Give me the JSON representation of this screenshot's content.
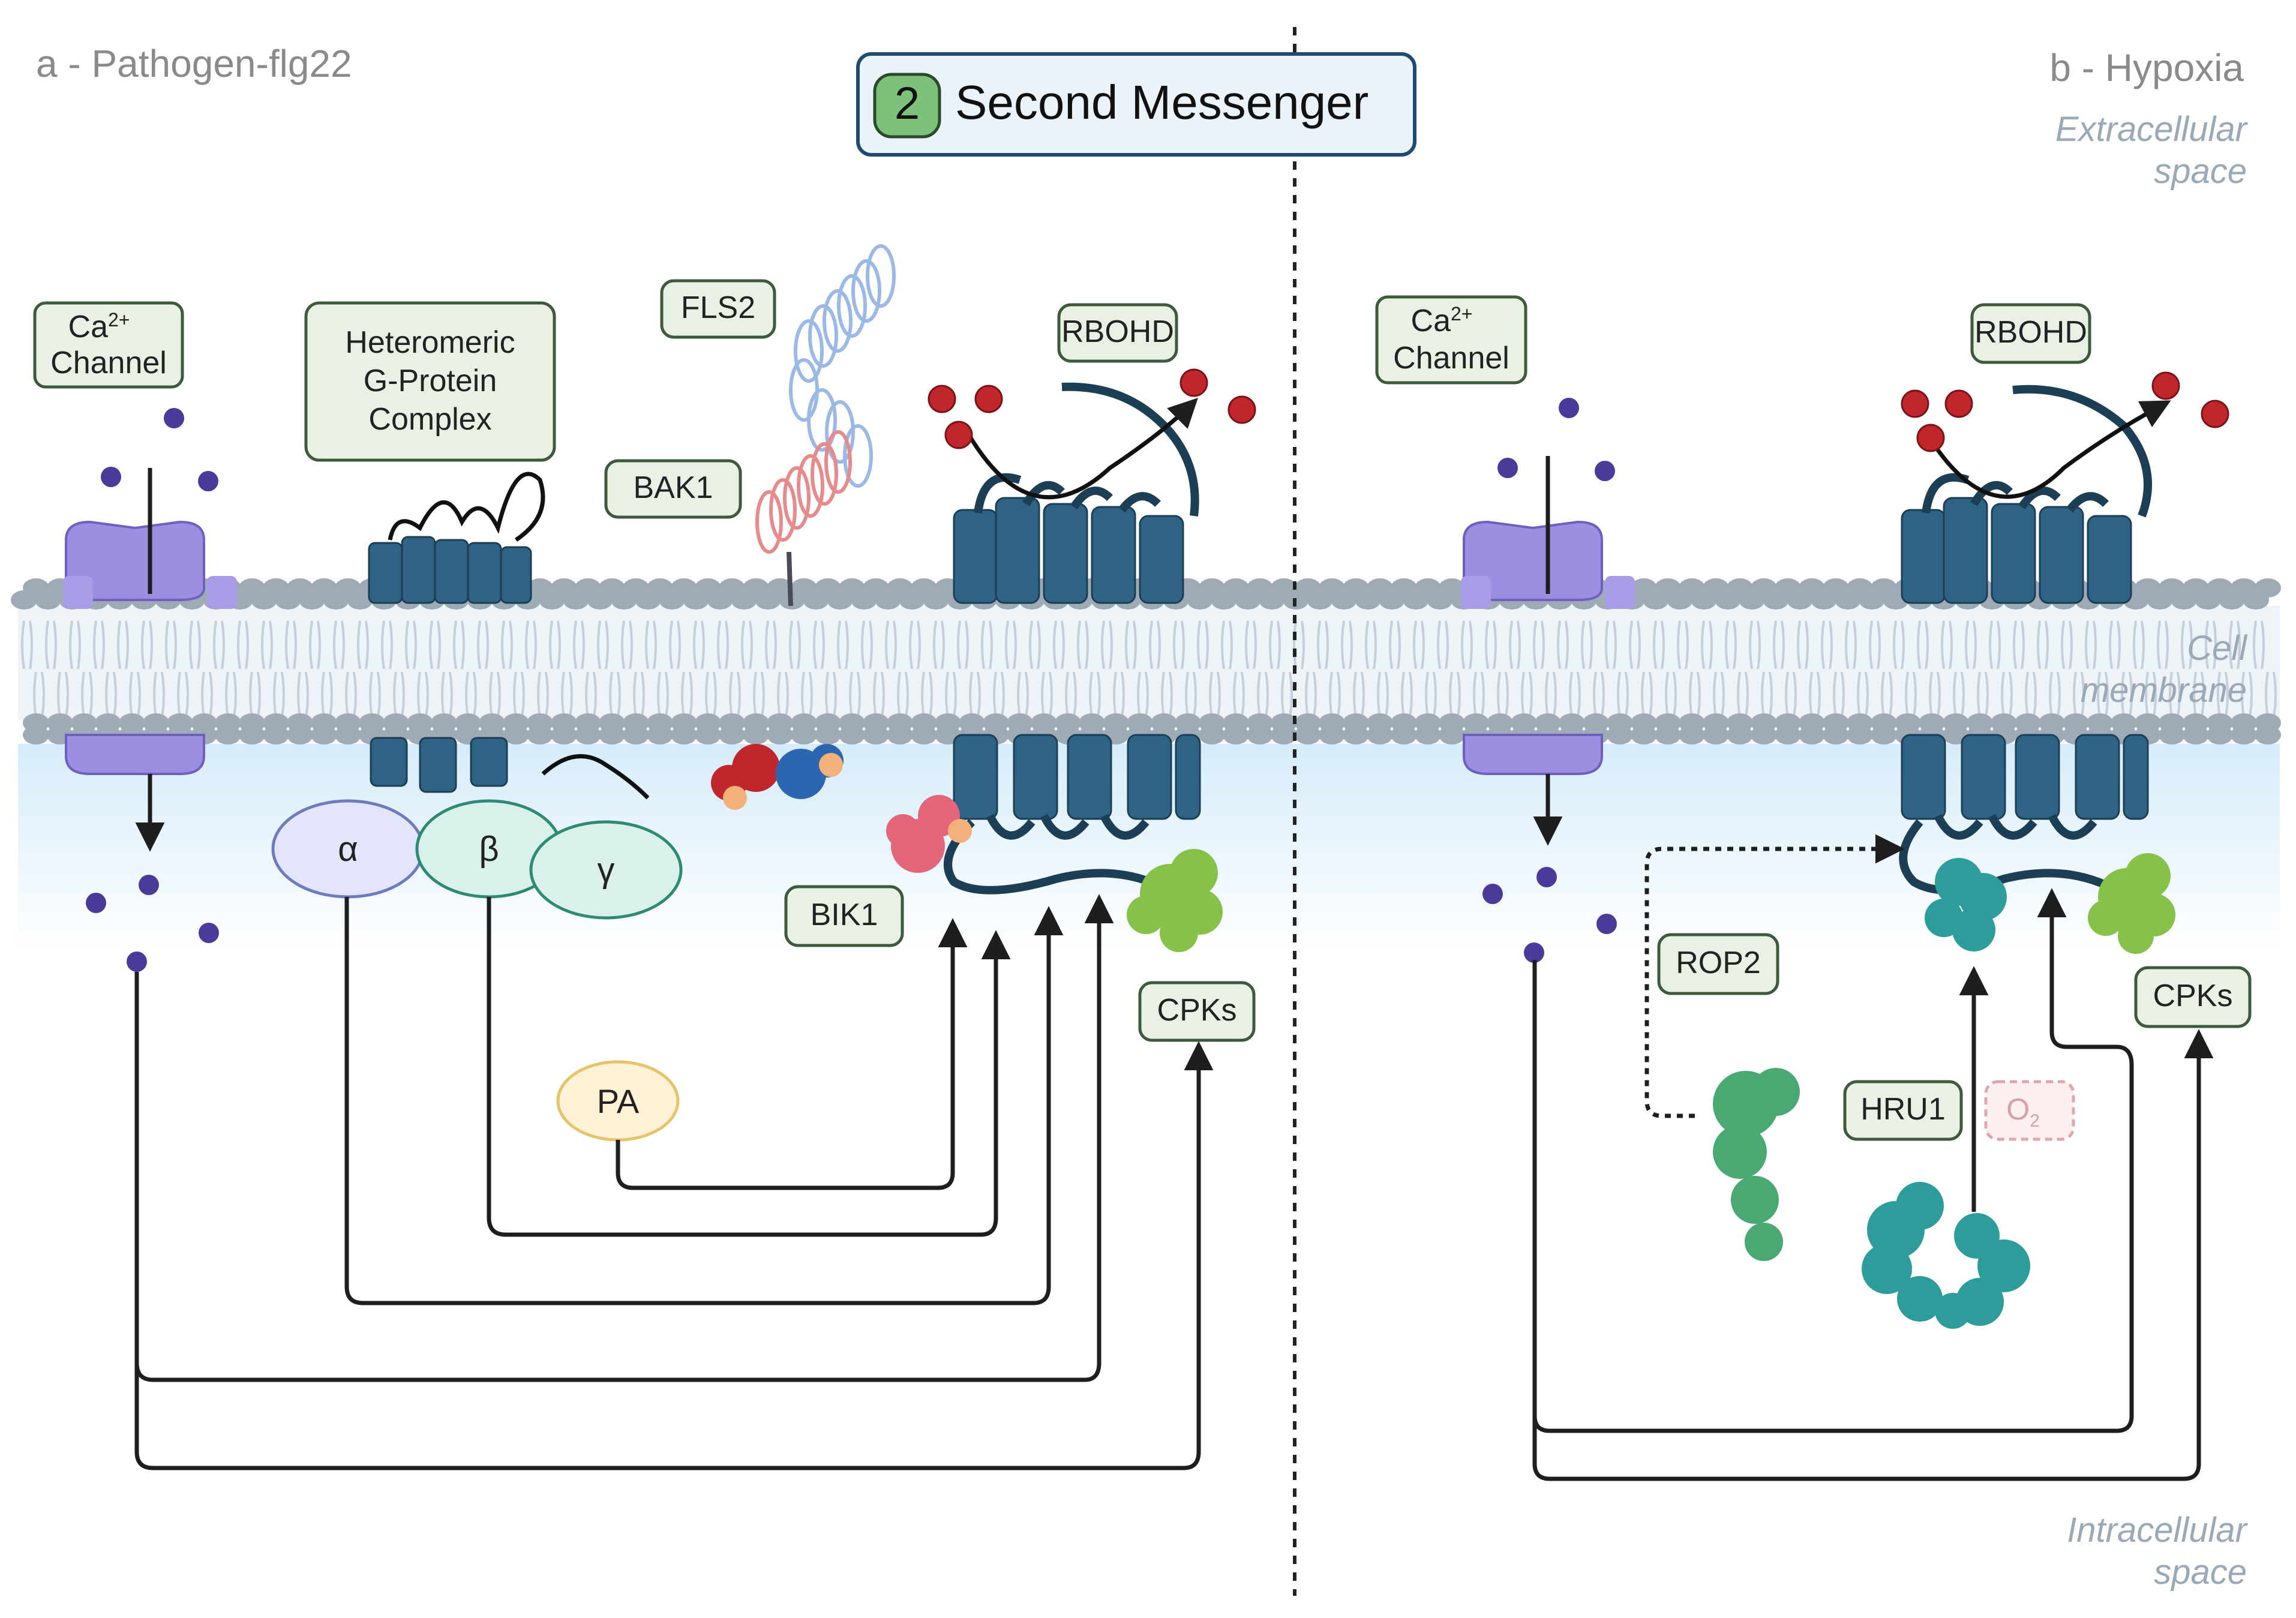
{
  "title": {
    "number": "2",
    "text": "Second Messenger"
  },
  "panels": {
    "a": "a - Pathogen-flg22",
    "b": "b - Hypoxia"
  },
  "regions": {
    "extracellular_line1": "Extracellular",
    "extracellular_line2": "space",
    "membrane_line1": "Cell",
    "membrane_line2": "membrane",
    "intracellular_line1": "Intracellular",
    "intracellular_line2": "space"
  },
  "labels": {
    "ca_a_line1": "Ca",
    "ca_a_sup": "2+",
    "ca_a_line2": "Channel",
    "gprotein_line1": "Heteromeric",
    "gprotein_line2": "G-Protein",
    "gprotein_line3": "Complex",
    "fls2": "FLS2",
    "bak1": "BAK1",
    "rbohd_a": "RBOHD",
    "bik1": "BIK1",
    "cpks_a": "CPKs",
    "pa": "PA",
    "alpha": "α",
    "beta": "β",
    "gamma": "γ",
    "ca_b_line1": "Ca",
    "ca_b_sup": "2+",
    "ca_b_line2": "Channel",
    "rbohd_b": "RBOHD",
    "rop2": "ROP2",
    "hru1": "HRU1",
    "o2": "O",
    "o2_sub": "2",
    "cpks_b": "CPKs"
  },
  "colors": {
    "box_fill": "#e8f1e4",
    "box_stroke": "#3e5a3c",
    "title_fill": "#ebf3fa",
    "title_stroke": "#1f4a72",
    "title_badge": "#7cc27a",
    "lipid_head": "#9eaab6",
    "cytoplasm": "#dff0fb",
    "rbohd": "#2f6385",
    "channel": "#9c8ee0",
    "ros": "#c0272d",
    "calcium": "#4a3b9a",
    "cpk": "#86c24a",
    "rop2": "#4aa873",
    "hru1": "#2f9c9c",
    "alpha_fill": "#e3e6fa",
    "beta_fill": "#d9f1ea",
    "gamma_fill": "#d9f1ea",
    "pa_fill": "#fff2d6"
  }
}
